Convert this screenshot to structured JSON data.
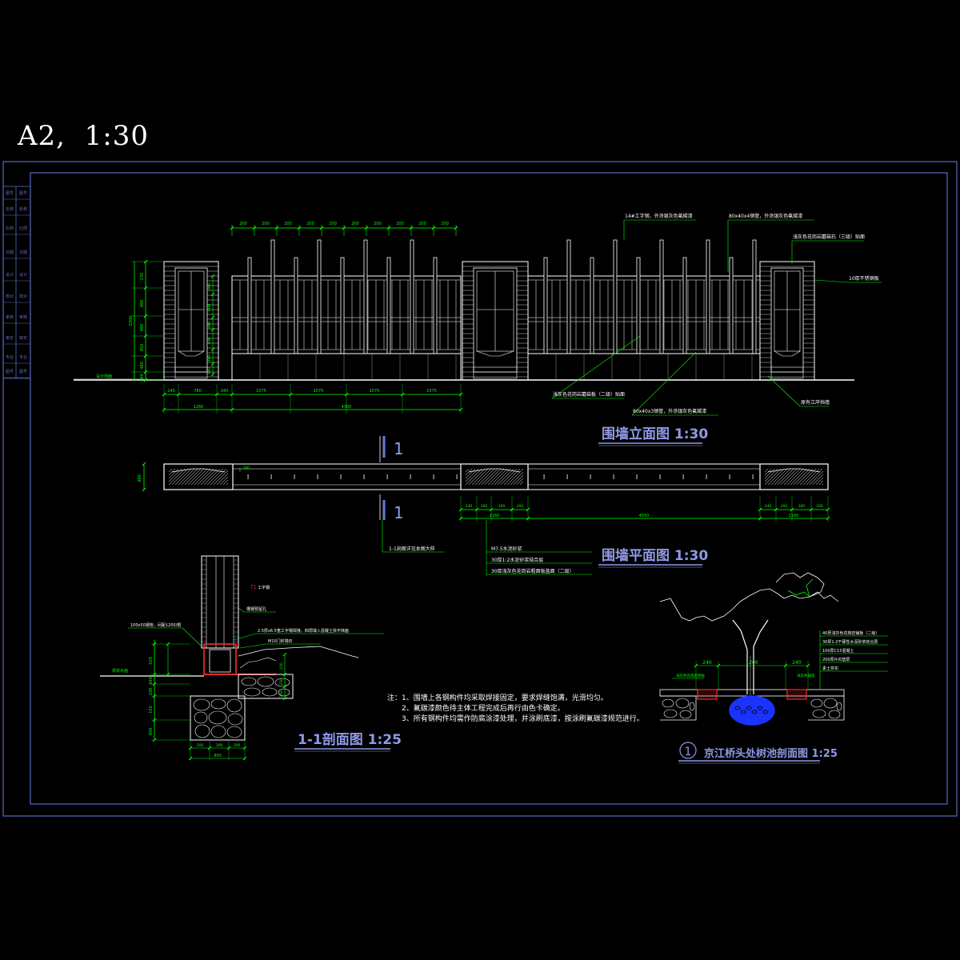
{
  "sheet": {
    "title": "A2,  1:30"
  },
  "colors": {
    "background": "#000000",
    "frame": "#5a6cc0",
    "line": "#ffffff",
    "dim": "#00ff00",
    "title": "#8f9ae6",
    "red": "#ff2a2a",
    "blue": "#1a33ff"
  },
  "views": {
    "elevation": {
      "title": "围墙立面图  1:30",
      "callouts": [
        "14#工字钢，外涂银灰色氟碳漆",
        "80x40x4钢管，外涂银灰色氟碳漆",
        "浅灰色花岗岩蘑菇石（三级）贴面",
        "10厚不锈钢板",
        "浅灰色花岗岩蘑菇板（二级）贴面",
        "80x40x3钢管，外涂银灰色氟碳漆",
        "原有江岸挡墙"
      ],
      "ground_label": "设计地面",
      "top_dims": [
        "200",
        "200",
        "200",
        "200",
        "200",
        "200",
        "200",
        "200",
        "200",
        "200"
      ],
      "left_dims": [
        "230",
        "480",
        "480",
        "450",
        "480",
        "240"
      ],
      "inner_dims": [
        "380",
        "400",
        "380",
        "300",
        "380",
        "180",
        "240"
      ],
      "bottom_dims_row1": [
        "240",
        "780",
        "240",
        "1075",
        "1075",
        "1075",
        "1075"
      ],
      "bottom_dims_row2": [
        "1260",
        "4300"
      ],
      "overall_height": "2200"
    },
    "plan": {
      "title": "围墙平面图  1:30",
      "section_mark": "1",
      "callouts": [
        "1-1剖面详见本图大样",
        "M7.5水泥砂浆",
        "30厚1:2水泥砂浆结合层",
        "30厚浅灰色花岗岩粗面板盖面（二级）"
      ],
      "dims_right": [
        "240",
        "200",
        "300",
        "200",
        "240"
      ],
      "dims_right_total": [
        "1160",
        "4550",
        "1160"
      ],
      "side_dims": [
        "480",
        "240"
      ]
    },
    "section": {
      "title": "1-1剖面图  1:25",
      "callouts": [
        "100x50钢管，间距1200/根",
        "槽钢预留孔",
        "工字钢",
        "2.5厚x6.5宽工字钢焊接，四周填入混凝土找平抹面",
        "M10门封墙石"
      ],
      "water_label": "现状水面",
      "dims_left": [
        "520",
        "600",
        "100",
        "150",
        "400"
      ],
      "dims_right": [
        "100",
        "250",
        "250"
      ],
      "dims_bottom": [
        "200",
        "300",
        "200"
      ],
      "total_width": "900",
      "marker": "T1"
    },
    "tree_pool": {
      "title": "京江桥头处树池剖面图  1:25",
      "marker": "1",
      "callouts": [
        "40厚浅灰色花岗岩铺板（二级）",
        "30厚1:2干硬性水泥砂浆结合层",
        "100厚C15混凝土",
        "200厚片石垫层",
        "素土夯实"
      ],
      "dims": [
        "240",
        "1200",
        "240"
      ],
      "left_label": "浅灰色花岗岩侧板",
      "right_label": "浅灰色铺装"
    }
  },
  "notes": {
    "label": "注：",
    "items": [
      "1、围墙上各钢构件均采取焊接固定，要求焊缝饱满，光滑均匀。",
      "2、氟碳漆颜色待主体工程完成后再行由色卡确定。",
      "3、所有钢构件均需作防腐涂漆处理，并涂刷底漆，按涂刷氟碳漆规范进行。"
    ]
  },
  "title_block": {
    "cells": [
      "图号",
      "名称",
      "比例",
      "日期",
      "设计",
      "校对",
      "审核",
      "审定",
      "专业",
      "图号"
    ]
  }
}
